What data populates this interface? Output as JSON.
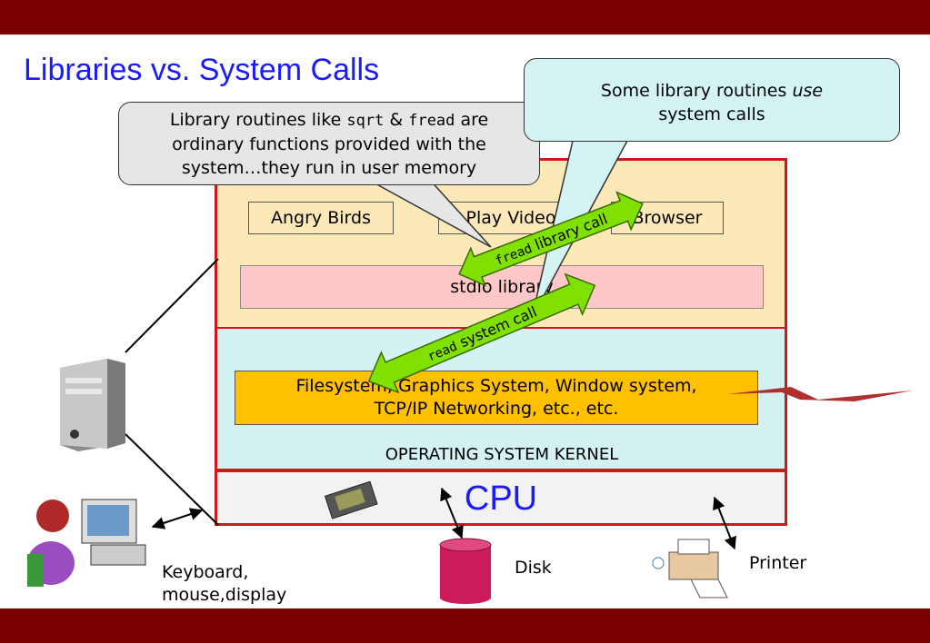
{
  "slide": {
    "title": "Libraries vs. System Calls",
    "colors": {
      "bar": "#7b0000",
      "title": "#1a1aff",
      "border": "#cc1a1a",
      "user_space": "#fde8b8",
      "kernel": "#d4f2f2",
      "cpu": "#f2f2f2",
      "library": "#ffc8c8",
      "kernel_services": "#ffc000",
      "arrow": "#80e000",
      "callout_gray": "#e6e6e6",
      "callout_cyan": "#d4f4f4",
      "disk": "#cc1a5a"
    }
  },
  "callouts": {
    "library": {
      "prefix": "Library routines like ",
      "code1": "sqrt",
      "amp": " & ",
      "code2": "fread",
      "line1_suffix": " are",
      "line2": "ordinary functions provided with the",
      "line3": "system…they run in user memory"
    },
    "syscalls": {
      "line1_prefix": "Some library routines ",
      "line1_em": "use",
      "line2": "system calls"
    }
  },
  "apps": [
    "Angry Birds",
    "Play Video",
    "Browser"
  ],
  "library_box": "stdio library",
  "kernel_services": {
    "line1": "Filesystem, Graphics System, Window system,",
    "line2": "TCP/IP Networking, etc., etc."
  },
  "kernel_label": "OPERATING SYSTEM KERNEL",
  "cpu_label": "CPU",
  "arrows": {
    "fread": {
      "code": "fread",
      "text": " library call"
    },
    "read": {
      "code": "read",
      "text": " system call"
    }
  },
  "devices": {
    "keyboard_line1": "Keyboard,",
    "keyboard_line2": "mouse,display",
    "disk": "Disk",
    "printer": "Printer"
  },
  "icons": [
    "computer-tower-icon",
    "person-at-computer-icon",
    "chip-icon",
    "disk-icon",
    "printer-icon"
  ]
}
